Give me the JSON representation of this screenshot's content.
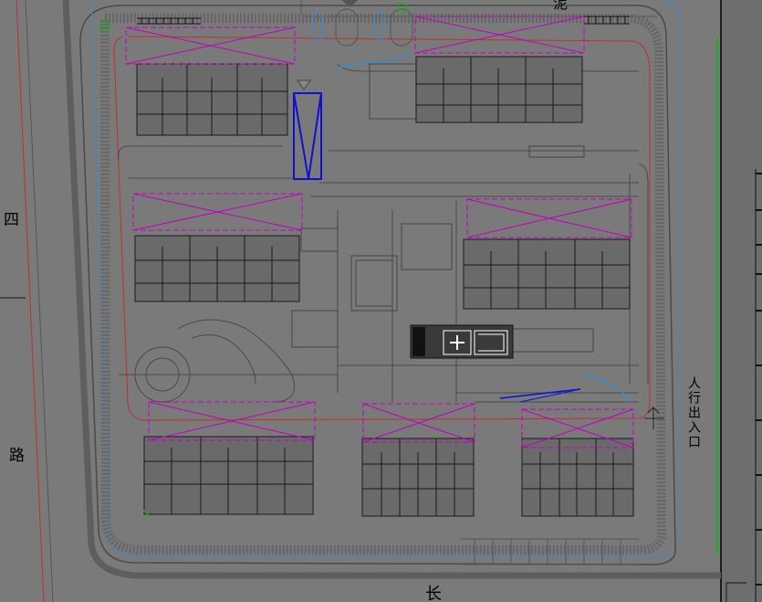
{
  "labels": {
    "west_road": [
      "四",
      "路"
    ],
    "entrance_label": "人行出入口",
    "south_road_char": "长",
    "top_fragment": "泥"
  },
  "colors": {
    "background": "#7a7a7a",
    "linework": "#4a4a4a",
    "building_outline": "#222222",
    "magenta_cross": "#c000c0",
    "blue_marker": "#1010d0",
    "red_line": "#c03030",
    "green_line": "#00c000",
    "cyan_line": "#3a8ad0"
  },
  "icons": [
    "cross-hatched-building-footprint",
    "entrance-arrow-icon",
    "green-point-marker"
  ]
}
